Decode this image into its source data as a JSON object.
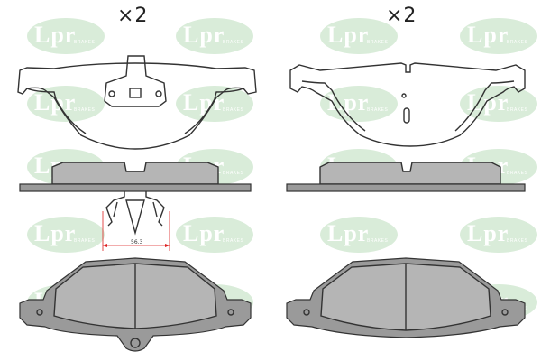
{
  "quantity_left": "×2",
  "quantity_right": "×2",
  "dimension_label": "56.3",
  "watermark": {
    "brand": "Lpr",
    "subtext": "BRAKES"
  },
  "colors": {
    "pad_fill": "#b5b5b5",
    "backing_plate": "#9a9a9a",
    "outline": "#333333",
    "dimension_line": "#dd2222",
    "watermark": "#d9ecd9"
  }
}
